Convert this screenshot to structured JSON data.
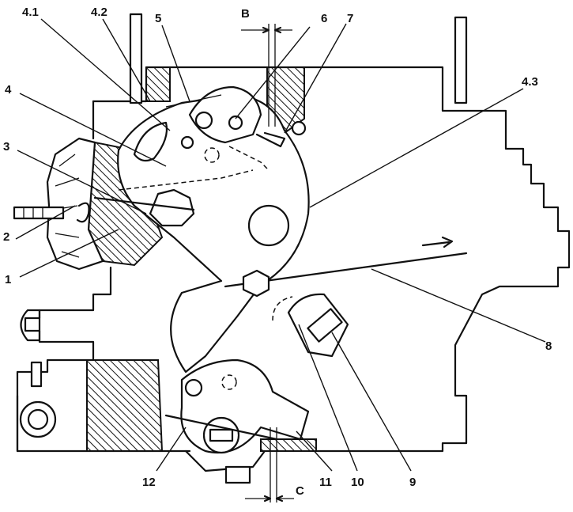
{
  "labels": {
    "l41": "4.1",
    "l42": "4.2",
    "l5": "5",
    "lB": "B",
    "l6": "6",
    "l7": "7",
    "l4": "4",
    "l43": "4.3",
    "l3": "3",
    "l2": "2",
    "l1": "1",
    "l8": "8",
    "l12": "12",
    "l11": "11",
    "l10": "10",
    "l9": "9",
    "lC": "C"
  }
}
